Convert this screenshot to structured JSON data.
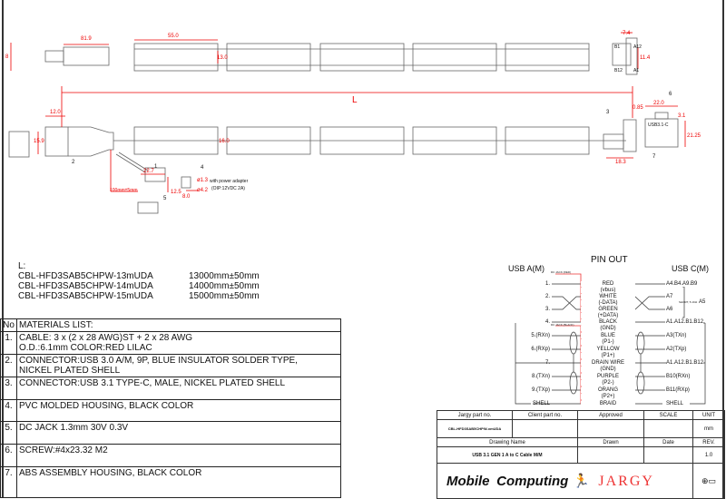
{
  "drawing": {
    "dims": {
      "plug_len": "81.9",
      "plug_h": "8",
      "seg_len": "55.0",
      "seg_h": "13.0",
      "L": "L",
      "a_w": "12.0",
      "a_h": "15.9",
      "mid_h": "16.0",
      "dc_len": "22.7",
      "dc_h": "12.5",
      "dc_split": "100mm±5mm",
      "jack_w": "8.0",
      "jack_o1": "ø1.3",
      "jack_o2": "ø4.2",
      "c_w": "7.4",
      "c_h": "11.4",
      "c_body_w": "22.0",
      "c_body_h": "21.25",
      "c_side_w": "18.3",
      "c_top": "0.85",
      "c_off": "3.1",
      "c_label": "USB3.1-C"
    },
    "pins_c_face": [
      "B1",
      "A12",
      "B12",
      "A1"
    ],
    "adapter_note": [
      "with power adapter",
      "(OIP:12VDC 2A)"
    ],
    "callouts": [
      "1",
      "2",
      "3",
      "4",
      "5",
      "6",
      "7"
    ]
  },
  "lengths": {
    "label": "L:",
    "items": [
      {
        "part": "CBL-HFD3SAB5CHPW-13mUDA",
        "length": "13000mm±50mm"
      },
      {
        "part": "CBL-HFD3SAB5CHPW-14mUDA",
        "length": "14000mm±50mm"
      },
      {
        "part": "CBL-HFD3SAB5CHPW-15mUDA",
        "length": "15000mm±50mm"
      }
    ]
  },
  "materials": {
    "no_header": "No",
    "header": "MATERIALS LIST:",
    "rows": [
      {
        "no": "1.",
        "line1": "CABLE: 3 x (2 x 28 AWG)ST + 2 x 28 AWG",
        "line2": "O.D.:6.1mm COLOR:RED LILAC"
      },
      {
        "no": "2.",
        "line1": "CONNECTOR:USB 3.0 A/M, 9P, BLUE INSULATOR SOLDER TYPE,",
        "line2": "NICKEL PLATED SHELL"
      },
      {
        "no": "3.",
        "line1": "CONNECTOR:USB 3.1 TYPE-C, MALE, NICKEL PLATED SHELL",
        "line2": ""
      },
      {
        "no": "4.",
        "line1": "PVC MOLDED HOUSING, BLACK COLOR",
        "line2": ""
      },
      {
        "no": "5.",
        "line1": "DC JACK 1.3mm 30V 0.3V",
        "line2": ""
      },
      {
        "no": "6.",
        "line1": "SCREW:#4x23.32 M2",
        "line2": ""
      },
      {
        "no": "7.",
        "line1": "ABS ASSEMBLY HOUSING, BLACK COLOR",
        "line2": ""
      }
    ]
  },
  "pinout": {
    "title": "PIN OUT",
    "left_title": "USB A(M)",
    "right_title": "USB C(M)",
    "dc_jack_red": "DC JACK (RED)",
    "dc_jack_black": "DC JACK (BLACK)",
    "short_note": "SHORT, 5.1KΩ",
    "rows": [
      {
        "left": "1.",
        "wire": "RED",
        "sub": "(vbus)",
        "right": "A4.B4.A9.B9"
      },
      {
        "left": "2.",
        "wire": "WHITE",
        "sub": "(-DATA)",
        "right": "A7"
      },
      {
        "left": "3.",
        "wire": "GREEN",
        "sub": "(+DATA)",
        "right": "A6"
      },
      {
        "left": "4.",
        "wire": "BLACK",
        "sub": "(GND)",
        "right": "A1.A12.B1.B12"
      },
      {
        "left": "5.(RXn)",
        "wire": "BLUE",
        "sub": "(P1-)",
        "right": "A3(TXn)"
      },
      {
        "left": "6.(RXp)",
        "wire": "YELLOW",
        "sub": "(P1+)",
        "right": "A2(TXp)"
      },
      {
        "left": "7.",
        "wire": "DRAIN WIRE",
        "sub": "(GND)",
        "right": "A1.A12.B1.B12"
      },
      {
        "left": "8.(TXn)",
        "wire": "PURPLE",
        "sub": "(P2-)",
        "right": "B10(RXn)"
      },
      {
        "left": "9.(TXp)",
        "wire": "ORANG",
        "sub": "(P2+)",
        "right": "B11(RXp)"
      },
      {
        "left": "SHELL",
        "wire": "BRAID",
        "sub": "",
        "right": "SHELL"
      }
    ],
    "a5": "A5"
  },
  "title_block": {
    "h_part": "Jargy part no.",
    "h_client": "Client part no.",
    "h_approved": "Approved",
    "h_scale": "SCALE",
    "h_unit": "UNIT",
    "part": "CBL-HFD3SAB5CHPW-xmUDA",
    "unit": "mm",
    "h_drawing": "Drawing Name",
    "h_drawn": "Drawn",
    "h_date": "Date",
    "h_rev": "REV.",
    "drawing_name": "USB 3.1 GEN 1 A to C Cable M/M",
    "rev": "1.0",
    "logo1": "Mobile",
    "logo2": "Computing",
    "logo3": "JARGY"
  },
  "colors": {
    "dim": "#e00000",
    "line": "#555555"
  }
}
